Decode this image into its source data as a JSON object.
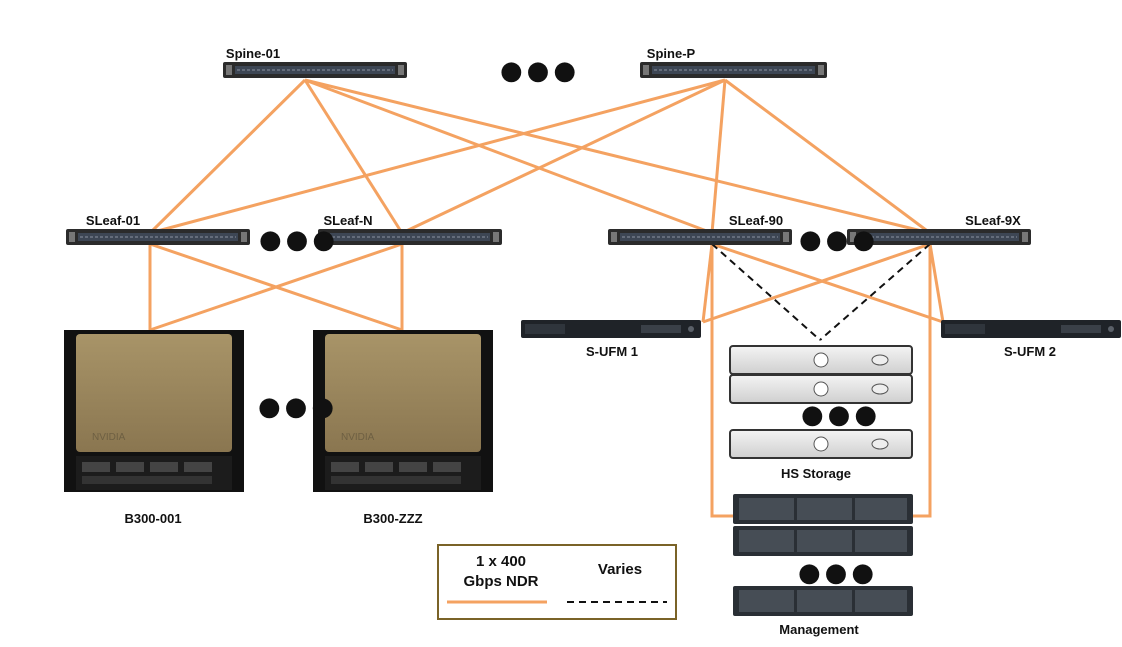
{
  "colors": {
    "link": "#f4a261",
    "dashed": "#111111",
    "legend_border": "#7a6328",
    "gpu_gold": "#9a8559"
  },
  "spines": [
    {
      "label": "Spine-01"
    },
    {
      "label": "Spine-P"
    }
  ],
  "leaves": [
    {
      "label": "SLeaf-01"
    },
    {
      "label": "SLeaf-N"
    },
    {
      "label": "SLeaf-90"
    },
    {
      "label": "SLeaf-9X"
    }
  ],
  "ufm": [
    {
      "label": "S-UFM 1"
    },
    {
      "label": "S-UFM 2"
    }
  ],
  "gpus": [
    {
      "label": "B300-001",
      "brand": "NVIDIA"
    },
    {
      "label": "B300-ZZZ",
      "brand": "NVIDIA"
    }
  ],
  "storage": {
    "label": "HS Storage"
  },
  "management": {
    "label": "Management"
  },
  "ellipsis": "●●●",
  "legend": {
    "solid_label_line1": "1 x 400",
    "solid_label_line2": "Gbps NDR",
    "dashed_label": "Varies"
  }
}
